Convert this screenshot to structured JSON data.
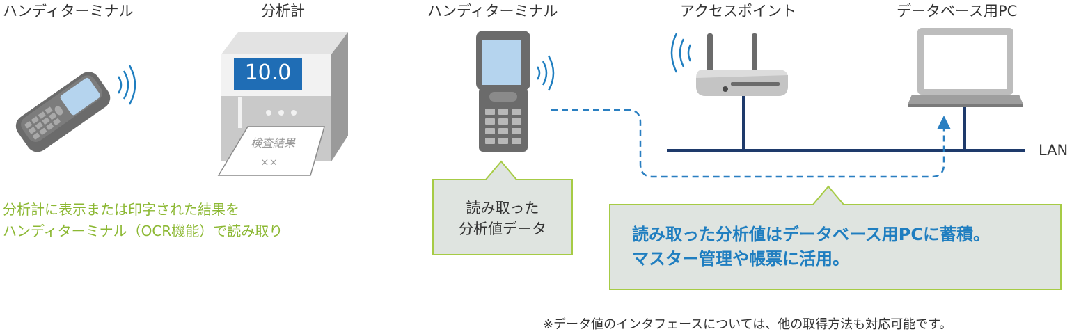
{
  "labels": {
    "handy_left": "ハンディターミナル",
    "analyzer": "分析計",
    "handy_center": "ハンディターミナル",
    "access_point": "アクセスポイント",
    "database_pc": "データベース用PC",
    "lan": "LAN"
  },
  "analyzer_display": "10.0",
  "printout": {
    "title": "検査結果",
    "value": "××"
  },
  "left_description": {
    "line1": "分析計に表示または印字された結果を",
    "line2": "ハンディターミナル（OCR機能）で読み取り"
  },
  "callout_left": {
    "line1": "読み取った",
    "line2": "分析値データ"
  },
  "callout_right": {
    "line1": "読み取った分析値はデータベース用PCに蓄積。",
    "line2": "マスター管理や帳票に活用。"
  },
  "footnote": "※データ値のインタフェースについては、他の取得方法も対応可能です。",
  "colors": {
    "green_accent": "#8cb833",
    "callout_bg": "#dfe4e0",
    "blue_text": "#1f7ec0",
    "network_line": "#1e3a6b",
    "dashed_flow": "#2a7fc1",
    "device_dark": "#6b6b6b",
    "screen_blue": "#b5d4ee"
  }
}
